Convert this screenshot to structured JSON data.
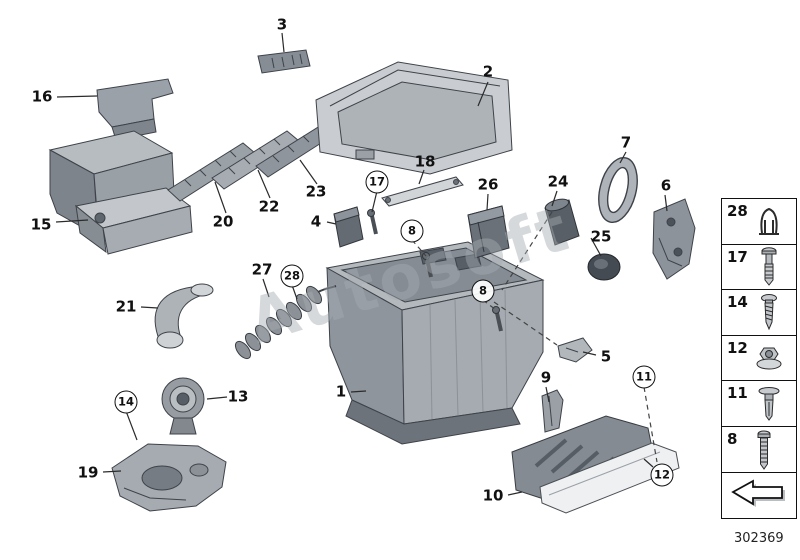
{
  "watermark": "Autosoft",
  "diagram_number": "302369",
  "callouts": [
    {
      "label": "1",
      "circled": false
    },
    {
      "label": "2",
      "circled": false
    },
    {
      "label": "3",
      "circled": false
    },
    {
      "label": "4",
      "circled": false
    },
    {
      "label": "5",
      "circled": false
    },
    {
      "label": "6",
      "circled": false
    },
    {
      "label": "7",
      "circled": false
    },
    {
      "label": "8",
      "circled": true
    },
    {
      "label": "8",
      "circled": true
    },
    {
      "label": "9",
      "circled": false
    },
    {
      "label": "10",
      "circled": false
    },
    {
      "label": "11",
      "circled": true
    },
    {
      "label": "12",
      "circled": true
    },
    {
      "label": "13",
      "circled": false
    },
    {
      "label": "14",
      "circled": true
    },
    {
      "label": "15",
      "circled": false
    },
    {
      "label": "16",
      "circled": false
    },
    {
      "label": "17",
      "circled": true
    },
    {
      "label": "18",
      "circled": false
    },
    {
      "label": "19",
      "circled": false
    },
    {
      "label": "20",
      "circled": false
    },
    {
      "label": "21",
      "circled": false
    },
    {
      "label": "22",
      "circled": false
    },
    {
      "label": "23",
      "circled": false
    },
    {
      "label": "24",
      "circled": false
    },
    {
      "label": "25",
      "circled": false
    },
    {
      "label": "26",
      "circled": false
    },
    {
      "label": "27",
      "circled": false
    },
    {
      "label": "28",
      "circled": true
    }
  ],
  "sidebar": {
    "items": [
      {
        "label": "28",
        "icon": "clip-icon"
      },
      {
        "label": "17",
        "icon": "screw-icon"
      },
      {
        "label": "14",
        "icon": "tapping-screw-icon"
      },
      {
        "label": "12",
        "icon": "flange-nut-icon"
      },
      {
        "label": "11",
        "icon": "expansion-rivet-icon"
      },
      {
        "label": "8",
        "icon": "bolt-icon"
      }
    ],
    "direction_arrow": "direction-arrow-icon"
  }
}
